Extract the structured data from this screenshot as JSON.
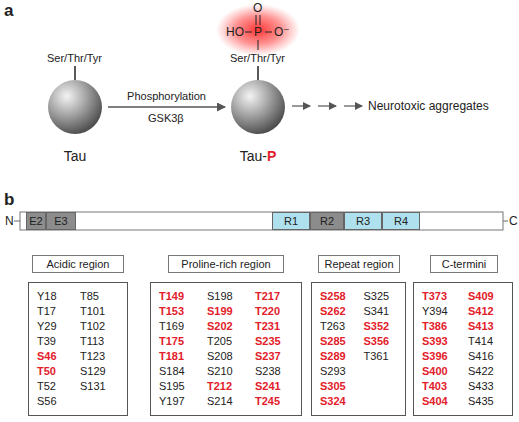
{
  "diagram": {
    "nodes": [
      {
        "text": [
          "Tau"
        ]
      },
      {
        "text": [
          "Tau-",
          "P"
        ]
      },
      {
        "text": [
          "E2"
        ]
      },
      {
        "text": [
          "E3"
        ]
      },
      {
        "text": [
          "R1"
        ]
      },
      {
        "text": [
          "R2"
        ]
      },
      {
        "text": [
          "R3"
        ]
      },
      {
        "text": [
          "R4"
        ]
      },
      {
        "text": [
          "Acidic region"
        ]
      },
      {
        "text": [
          "Y18",
          "T17",
          "Y29",
          "T39",
          "S46",
          "T50",
          "T52",
          "S56",
          "T85",
          "T101",
          "T102",
          "T113",
          "T123",
          "S129",
          "S131"
        ]
      },
      {
        "text": [
          "Proline-rich region"
        ]
      },
      {
        "text": [
          "T149",
          "T153",
          "T169",
          "T175",
          "T181",
          "S184",
          "S195",
          "Y197",
          "S198",
          "S199",
          "S202",
          "T205",
          "S208",
          "S210",
          "T212",
          "S214",
          "T217",
          "T220",
          "T231",
          "S235",
          "S237",
          "S238",
          "S241",
          "T245"
        ]
      },
      {
        "text": [
          "Repeat region"
        ]
      },
      {
        "text": [
          "S258",
          "S262",
          "T263",
          "S285",
          "S289",
          "S293",
          "S305",
          "S324",
          "S325",
          "S341",
          "S352",
          "S356",
          "T361"
        ]
      },
      {
        "text": [
          "C-termini"
        ]
      },
      {
        "text": [
          "T373",
          "Y394",
          "T386",
          "S393",
          "S396",
          "S400",
          "T403",
          "S404",
          "S409",
          "S412",
          "S413",
          "T414",
          "S416",
          "S422",
          "S433",
          "S435"
        ]
      }
    ],
    "edges": [
      {
        "from": 0,
        "to": 1,
        "arrow": "to",
        "label": "Phosphorylation"
      }
    ],
    "labels": [
      "a",
      "Ser/Thr/Tyr",
      "O",
      "HO",
      "P",
      "O⁻",
      "Ser/Thr/Tyr",
      "GSK3β",
      "Neurotoxic aggregates",
      "b",
      "N",
      "C"
    ]
  }
}
